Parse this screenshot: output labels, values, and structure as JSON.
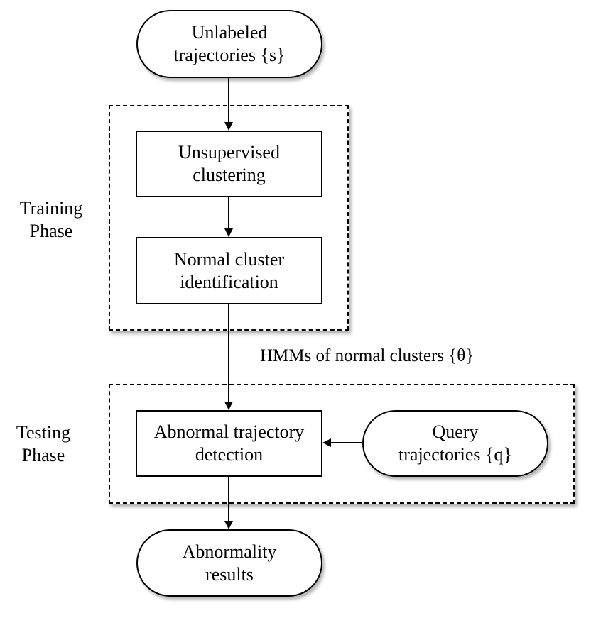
{
  "nodes": {
    "unlabeled": {
      "line1": "Unlabeled",
      "line2": "trajectories {s}"
    },
    "clustering": {
      "line1": "Unsupervised",
      "line2": "clustering"
    },
    "normal_id": {
      "line1": "Normal cluster",
      "line2": "identification"
    },
    "abnormal_detect": {
      "line1": "Abnormal trajectory",
      "line2": "detection"
    },
    "query": {
      "line1": "Query",
      "line2": "trajectories {q}"
    },
    "results": {
      "line1": "Abnormality",
      "line2": "results"
    }
  },
  "phases": {
    "training": {
      "line1": "Training",
      "line2": "Phase"
    },
    "testing": {
      "line1": "Testing",
      "line2": "Phase"
    }
  },
  "edge_labels": {
    "hmm": "HMMs of normal clusters {θ}"
  },
  "colors": {
    "stroke": "#000000",
    "background": "#ffffff"
  }
}
